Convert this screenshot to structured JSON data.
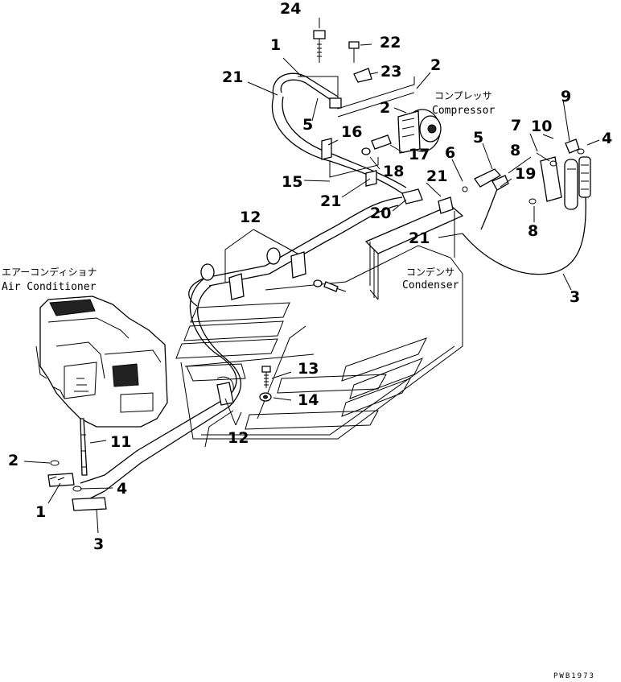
{
  "labels": {
    "air_conditioner_jp": "エアーコンディショナ",
    "air_conditioner_en": "Air Conditioner",
    "compressor_jp": "コンプレッサ",
    "compressor_en": "Compressor",
    "condenser_jp": "コンデンサ",
    "condenser_en": "Condenser",
    "drawing_code": "PWB1973"
  },
  "callouts": [
    "24",
    "22",
    "23",
    "1",
    "21",
    "2",
    "2",
    "5",
    "16",
    "17",
    "18",
    "15",
    "21",
    "20",
    "21",
    "6",
    "5",
    "19",
    "7",
    "10",
    "9",
    "4",
    "8",
    "8",
    "21",
    "12",
    "3",
    "13",
    "14",
    "12",
    "11",
    "2",
    "1",
    "4",
    "3"
  ]
}
